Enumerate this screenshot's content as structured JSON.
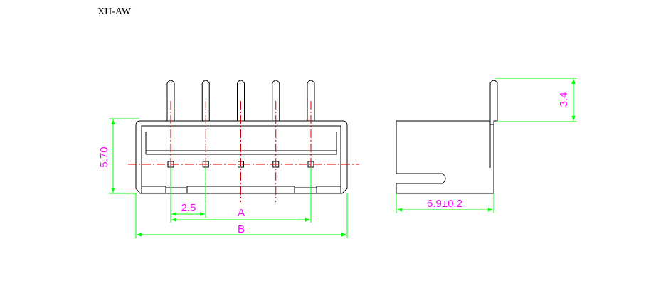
{
  "title": "XH-AW",
  "front_view": {
    "pin_count": 5,
    "dims": {
      "height": "5.70",
      "pitch": "2.5",
      "span_a": "A",
      "span_b": "B"
    }
  },
  "side_view": {
    "dims": {
      "pin_height": "3.4",
      "depth": "6.9±0.2"
    }
  },
  "colors": {
    "outline": "#000000",
    "dimension": "#00ff00",
    "centerline": "#cc0000",
    "dim_text": "#ff00ff"
  }
}
